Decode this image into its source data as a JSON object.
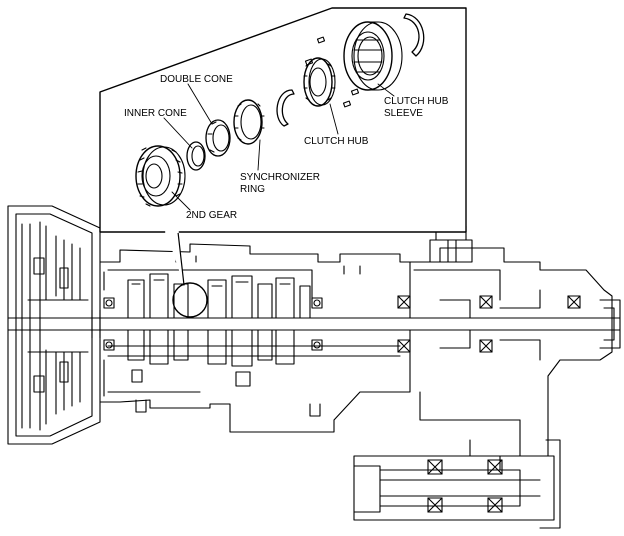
{
  "labels": {
    "double_cone": "DOUBLE CONE",
    "inner_cone": "INNER CONE",
    "synchronizer_ring_line1": "SYNCHRONIZER",
    "synchronizer_ring_line2": "RING",
    "second_gear": "2ND GEAR",
    "clutch_hub": "CLUTCH HUB",
    "clutch_hub_sleeve_line1": "CLUTCH HUB",
    "clutch_hub_sleeve_line2": "SLEEVE"
  }
}
